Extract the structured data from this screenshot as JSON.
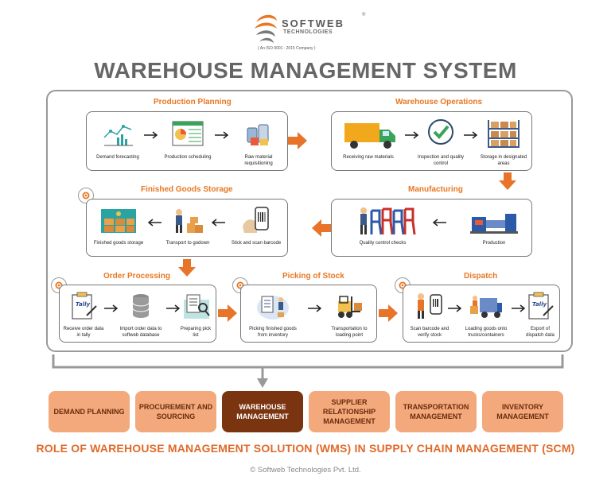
{
  "logo": {
    "name": "SOFTWEB",
    "sub": "TECHNOLOGIES",
    "iso": "( An ISO 9001 : 2015 Company )",
    "reg": "®"
  },
  "title": "WAREHOUSE MANAGEMENT SYSTEM",
  "sections": {
    "production_planning": {
      "title": "Production Planning",
      "steps": [
        "Demand forecasting",
        "Production scheduling",
        "Raw material requisitioning"
      ]
    },
    "warehouse_operations": {
      "title": "Warehouse Operations",
      "steps": [
        "Receiving raw materials",
        "Inspection and quality control",
        "Storage in designated areas"
      ]
    },
    "finished_goods_storage": {
      "title": "Finished Goods Storage",
      "steps": [
        "Finished goods storage",
        "Transport to godown",
        "Stick and scan barcode"
      ]
    },
    "manufacturing": {
      "title": "Manufacturing",
      "steps": [
        "Quality control checks",
        "Production"
      ]
    },
    "order_processing": {
      "title": "Order Processing",
      "steps": [
        "Receive order data in tally",
        "Import order data to softweb database",
        "Preparing pick list"
      ]
    },
    "picking_of_stock": {
      "title": "Picking of Stock",
      "steps": [
        "Picking finished goods from inventory",
        "Transportation to loading point"
      ]
    },
    "dispatch": {
      "title": "Dispatch",
      "steps": [
        "Scan barcode and verify stock",
        "Loading goods onto trucks/containers",
        "Export of dispatch data"
      ]
    }
  },
  "tally_text": "Tally",
  "scm_tiles": [
    {
      "label": "DEMAND PLANNING",
      "active": false
    },
    {
      "label": "PROCUREMENT AND SOURCING",
      "active": false
    },
    {
      "label": "WAREHOUSE MANAGEMENT",
      "active": true
    },
    {
      "label": "SUPPLIER RELATIONSHIP MANAGEMENT",
      "active": false
    },
    {
      "label": "TRANSPORTATION MANAGEMENT",
      "active": false
    },
    {
      "label": "INVENTORY MANAGEMENT",
      "active": false
    }
  ],
  "bottom_title": "ROLE OF WAREHOUSE MANAGEMENT SOLUTION (WMS) IN SUPPLY CHAIN MANAGEMENT (SCM)",
  "copyright": "© Softweb Technologies Pvt. Ltd.",
  "colors": {
    "accent": "#e87722",
    "arrow": "#e8742a",
    "tile": "#f3a97c",
    "tile_active": "#7a3410",
    "frame": "#999999"
  },
  "icons": [
    "logo-swirl-icon",
    "forecast-chart-icon",
    "schedule-sheet-icon",
    "raw-material-icon",
    "truck-icon",
    "check-badge-icon",
    "shelf-boxes-icon",
    "storage-room-icon",
    "worker-boxes-icon",
    "barcode-scan-icon",
    "worker-chairs-icon",
    "machine-icon",
    "tally-clipboard-icon",
    "database-icon",
    "pick-list-icon",
    "picking-worker-icon",
    "forklift-icon",
    "scan-worker-icon",
    "loading-truck-icon",
    "gear-badge-icon"
  ]
}
